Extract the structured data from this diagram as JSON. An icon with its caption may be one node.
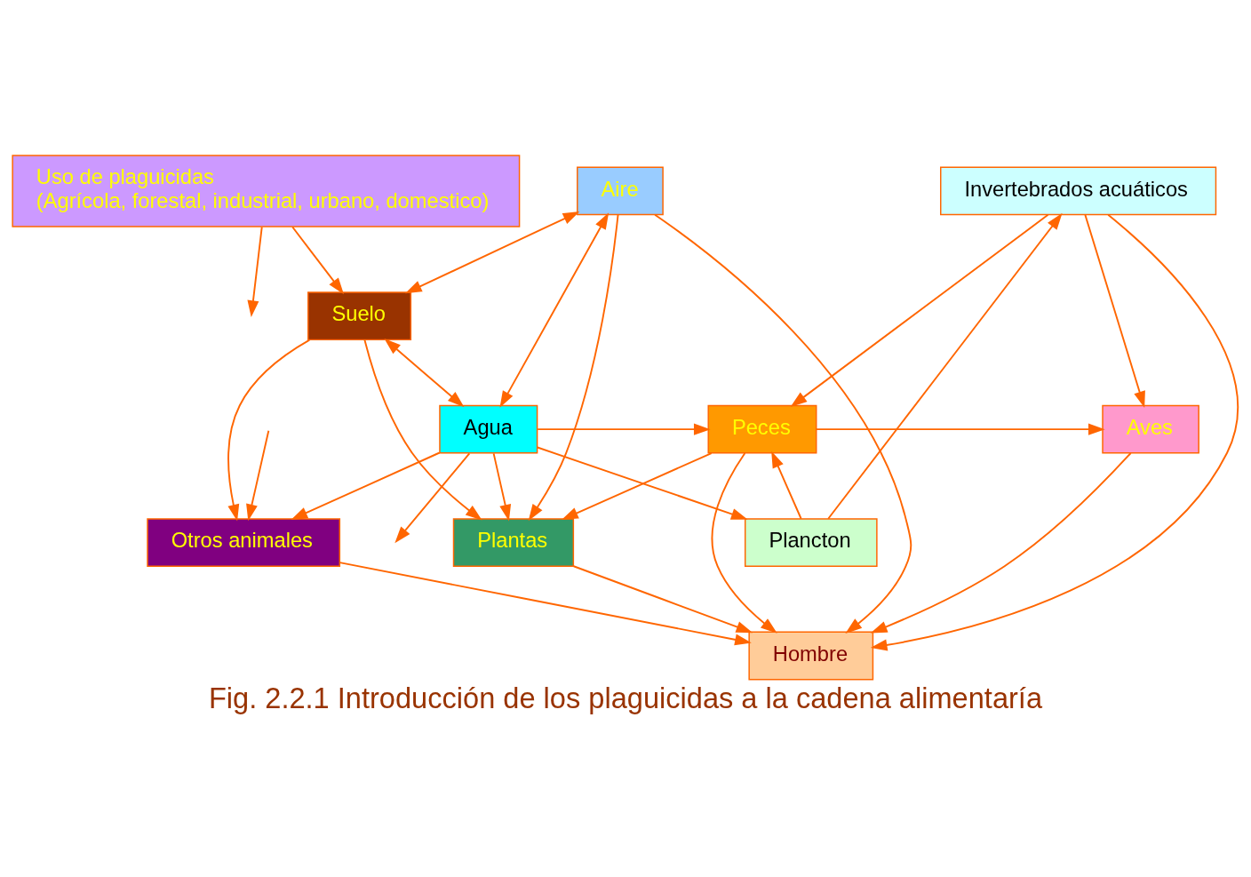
{
  "diagram": {
    "caption": "Fig. 2.2.1 Introducción de los plaguicidas a la cadena alimentaría",
    "nodes": [
      {
        "text": [
          "Uso de plaguicidas",
          "(Agrícola, forestal, industrial, urbano, domestico)"
        ]
      },
      {
        "text": [
          "Invertebrados acuáticos"
        ]
      },
      {
        "text": [
          "Plancton"
        ]
      },
      {
        "text": [
          "Agua"
        ]
      },
      {
        "text": [
          "Peces"
        ]
      },
      {
        "text": [
          "Aves"
        ]
      },
      {
        "text": [
          "Aire"
        ]
      },
      {
        "text": [
          "Plantas"
        ]
      },
      {
        "text": [
          "Suelo"
        ]
      },
      {
        "text": [
          "Otros animales"
        ]
      },
      {
        "text": [
          "Hombre"
        ]
      }
    ],
    "edges": [
      {
        "from": 0,
        "to": null,
        "arrow": "to"
      },
      {
        "from": 0,
        "to": 8,
        "arrow": "to"
      },
      {
        "from": 6,
        "to": 3,
        "arrow": "both"
      },
      {
        "from": 3,
        "to": 2,
        "arrow": "to"
      },
      {
        "from": 2,
        "to": 1,
        "arrow": "to"
      },
      {
        "from": 2,
        "to": 4,
        "arrow": "to"
      },
      {
        "from": 1,
        "to": 4,
        "arrow": "to"
      },
      {
        "from": 1,
        "to": 5,
        "arrow": "to"
      },
      {
        "from": 1,
        "to": 10,
        "arrow": "to"
      },
      {
        "from": 3,
        "to": 4,
        "arrow": "to"
      },
      {
        "from": 3,
        "to": null,
        "arrow": "to"
      },
      {
        "from": 3,
        "to": 7,
        "arrow": "to"
      },
      {
        "from": 3,
        "to": 9,
        "arrow": "to"
      },
      {
        "from": 8,
        "to": 3,
        "arrow": "both"
      },
      {
        "from": 6,
        "to": 8,
        "arrow": "both"
      },
      {
        "from": 6,
        "to": 7,
        "arrow": "to"
      },
      {
        "from": 6,
        "to": 10,
        "arrow": "to"
      },
      {
        "from": 8,
        "to": 7,
        "arrow": "to"
      },
      {
        "from": 8,
        "to": 9,
        "arrow": "to"
      },
      {
        "from": 4,
        "to": 5,
        "arrow": "to"
      },
      {
        "from": 4,
        "to": 7,
        "arrow": "to"
      },
      {
        "from": 4,
        "to": 10,
        "arrow": "to"
      },
      {
        "from": null,
        "to": 9,
        "arrow": "to"
      },
      {
        "from": 5,
        "to": 10,
        "arrow": "to"
      },
      {
        "from": 7,
        "to": 10,
        "arrow": "to"
      },
      {
        "from": 9,
        "to": 10,
        "arrow": "to"
      }
    ]
  }
}
